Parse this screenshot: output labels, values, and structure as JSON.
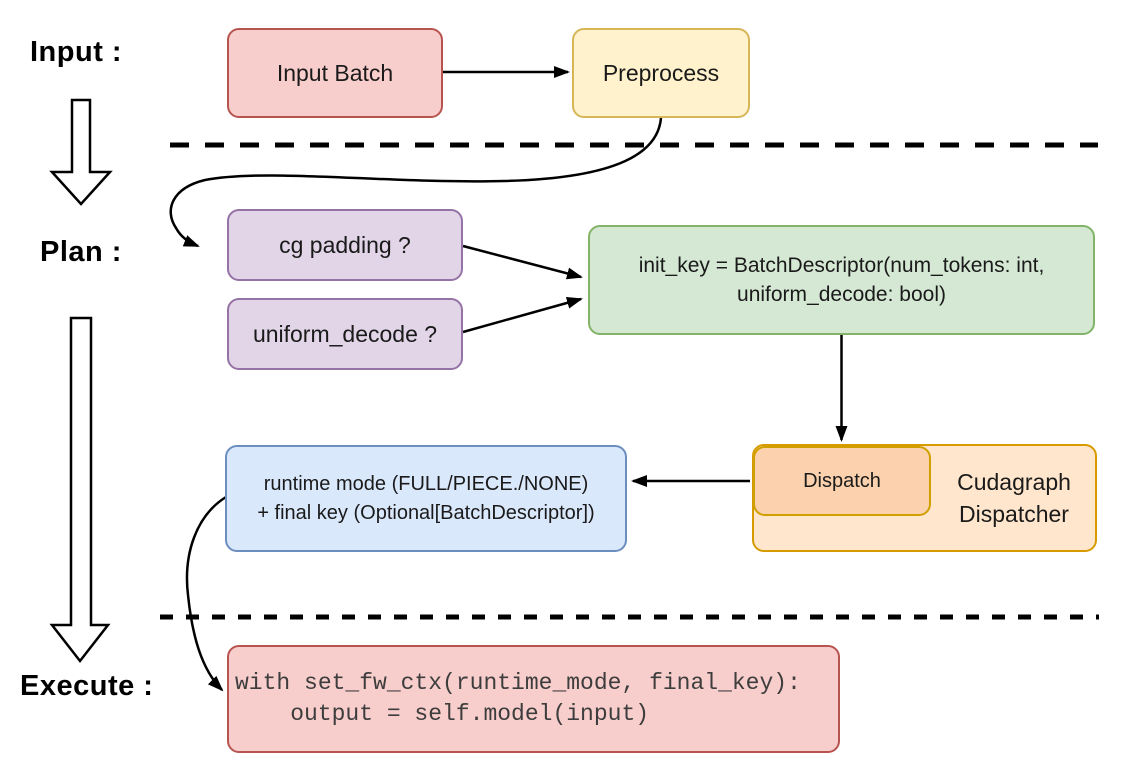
{
  "stage_labels": {
    "input": "Input :",
    "plan": "Plan :",
    "execute": "Execute :"
  },
  "nodes": {
    "input_batch": {
      "label": "Input Batch"
    },
    "preprocess": {
      "label": "Preprocess"
    },
    "cg_padding": {
      "label": "cg padding ?"
    },
    "uniform_decode": {
      "label": "uniform_decode ?"
    },
    "init_key": {
      "line1": "init_key = BatchDescriptor(num_tokens: int,",
      "line2": "uniform_decode: bool)"
    },
    "dispatch": {
      "label": "Dispatch"
    },
    "cudagraph_dispatcher": {
      "line1": "Cudagraph",
      "line2": "Dispatcher"
    },
    "runtime_mode": {
      "line1": "runtime mode (FULL/PIECE./NONE)",
      "line2": "+ final key (Optional[BatchDescriptor])"
    },
    "execute_code": {
      "line1": "with set_fw_ctx(runtime_mode, final_key):",
      "line2": "    output = self.model(input)"
    }
  },
  "colors": {
    "background": "#ffffff",
    "red_fill": "#f8cecc",
    "red_stroke": "#b85450",
    "yellow_fill": "#fff2cc",
    "yellow_stroke": "#d6b656",
    "purple_fill": "#e1d5e7",
    "purple_stroke": "#9673a6",
    "green_fill": "#d5e8d4",
    "green_stroke": "#82b366",
    "orange_fill": "#ffe6cc",
    "orange_stroke": "#d79b00",
    "dispatch_fill": "#fbd2ad",
    "dispatch_stroke": "#d0a000",
    "blue_fill": "#dae8fc",
    "blue_stroke": "#6c8ebf",
    "connector": "#000000",
    "text": "#1a1a1a"
  }
}
